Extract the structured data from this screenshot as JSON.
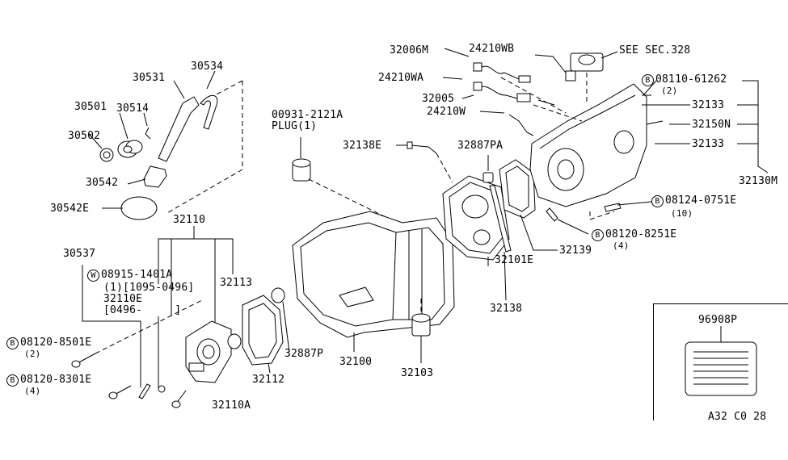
{
  "labels": {
    "p30531": "30531",
    "p30534": "30534",
    "p30501": "30501",
    "p30514": "30514",
    "p30502": "30502",
    "p30542": "30542",
    "p30542E": "30542E",
    "p32110": "32110",
    "p30537": "30537",
    "w_part": "08915-1401A",
    "w_qty": "(1)[1095-0496]",
    "p32110E": "32110E",
    "p32110E_date": "[0496-     ]",
    "p32113": "32113",
    "b1_part": "08120-8501E",
    "b1_qty": "(2)",
    "b2_part": "08120-8301E",
    "b2_qty": "(4)",
    "p32110A": "32110A",
    "p32112": "32112",
    "p32887P": "32887P",
    "p32100": "32100",
    "p32103": "32103",
    "plug_part": "00931-2121A",
    "plug_name": "PLUG(1)",
    "p32138E": "32138E",
    "p32887PA": "32887PA",
    "p32101E": "32101E",
    "p32138": "32138",
    "p32139": "32139",
    "b3_part": "08120-8251E",
    "b3_qty": "(4)",
    "b4_part": "08124-0751E",
    "b4_qty": "(10)",
    "p32130M": "32130M",
    "p32133a": "32133",
    "p32150N": "32150N",
    "p32133b": "32133",
    "b5_part": "08110-61262",
    "b5_qty": "(2)",
    "p32006M": "32006M",
    "p24210WB": "24210WB",
    "see_sec": "SEE SEC.328",
    "p24210WA": "24210WA",
    "p32005": "32005",
    "p24210W": "24210W",
    "p96908P": "96908P",
    "diagram_code": "A32 C0 28",
    "mark_b": "B",
    "mark_w": "W"
  }
}
